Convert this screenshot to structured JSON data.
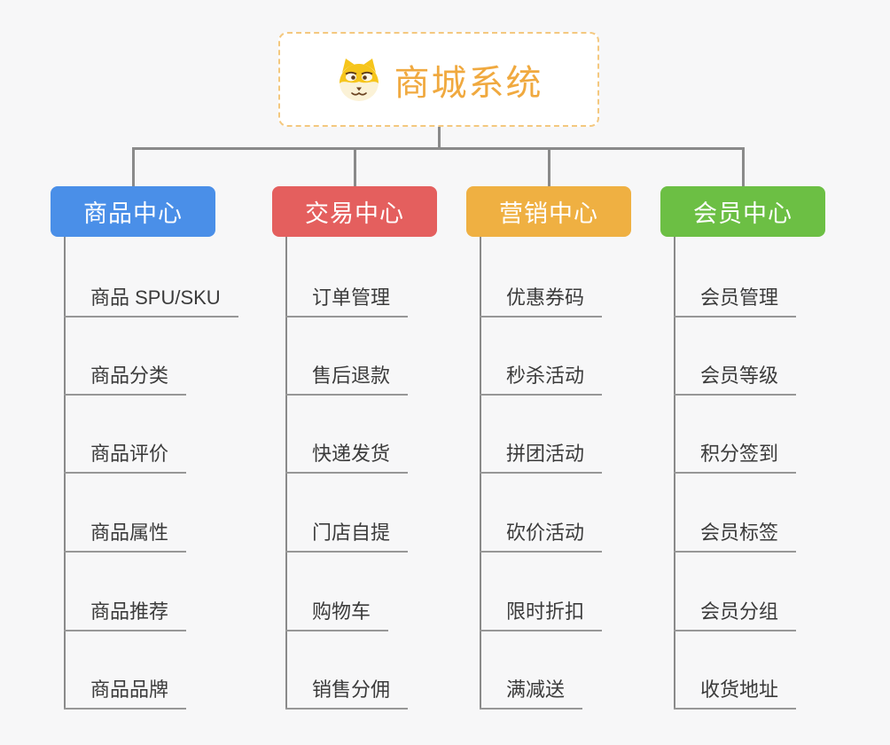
{
  "root": {
    "title": "商城系统",
    "icon": "shiba-dog-icon",
    "text_color": "#f0a93f",
    "border_color": "#f4c87f"
  },
  "connector_color": "#8a8a8a",
  "background_color": "#f7f7f8",
  "branches": [
    {
      "label": "商品中心",
      "color": "#4a8fe8",
      "items": [
        "商品 SPU/SKU",
        "商品分类",
        "商品评价",
        "商品属性",
        "商品推荐",
        "商品品牌"
      ]
    },
    {
      "label": "交易中心",
      "color": "#e45f5e",
      "items": [
        "订单管理",
        "售后退款",
        "快递发货",
        "门店自提",
        "购物车",
        "销售分佣"
      ]
    },
    {
      "label": "营销中心",
      "color": "#efb042",
      "items": [
        "优惠券码",
        "秒杀活动",
        "拼团活动",
        "砍价活动",
        "限时折扣",
        "满减送"
      ]
    },
    {
      "label": "会员中心",
      "color": "#6cbf44",
      "items": [
        "会员管理",
        "会员等级",
        "积分签到",
        "会员标签",
        "会员分组",
        "收货地址"
      ]
    }
  ]
}
